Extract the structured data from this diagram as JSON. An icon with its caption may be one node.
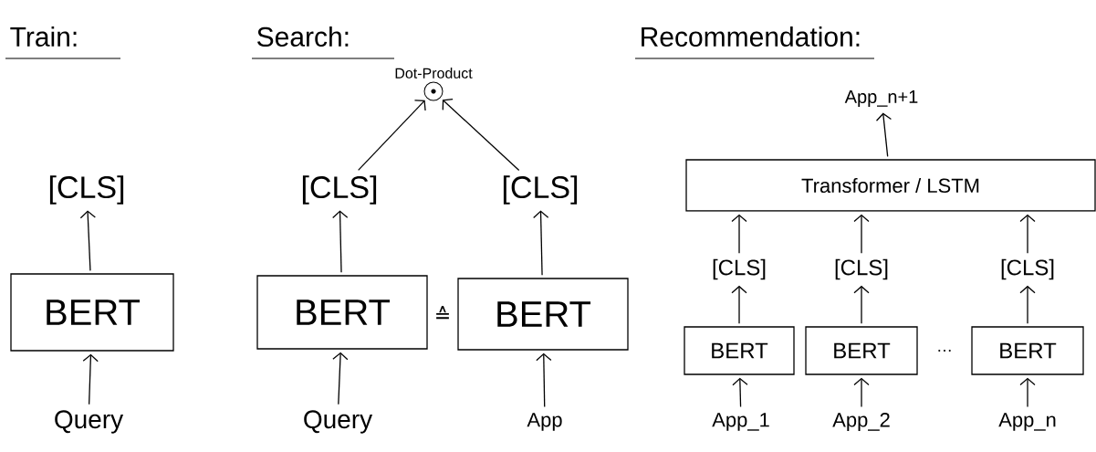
{
  "diagram": {
    "nodes": [
      {
        "text": [
          "Query"
        ]
      },
      {
        "text": [
          "BERT"
        ]
      },
      {
        "text": [
          "[CLS]"
        ]
      },
      {
        "text": [
          "Query"
        ]
      },
      {
        "text": [
          "BERT"
        ]
      },
      {
        "text": [
          "[CLS]"
        ]
      },
      {
        "text": [
          "App"
        ]
      },
      {
        "text": [
          "BERT"
        ]
      },
      {
        "text": [
          "[CLS]"
        ]
      },
      {
        "text": [
          "Dot-Product"
        ]
      },
      {
        "text": [
          "App_1"
        ]
      },
      {
        "text": [
          "BERT"
        ]
      },
      {
        "text": [
          "[CLS]"
        ]
      },
      {
        "text": [
          "App_2"
        ]
      },
      {
        "text": [
          "BERT"
        ]
      },
      {
        "text": [
          "[CLS]"
        ]
      },
      {
        "text": [
          "App_n"
        ]
      },
      {
        "text": [
          "BERT"
        ]
      },
      {
        "text": [
          "[CLS]"
        ]
      },
      {
        "text": [
          "Transformer / LSTM"
        ]
      },
      {
        "text": [
          "App_n+1"
        ]
      }
    ],
    "edges": [
      {
        "from": 0,
        "to": 1,
        "arrow": "to"
      },
      {
        "from": 1,
        "to": 2,
        "arrow": "to"
      },
      {
        "from": 3,
        "to": 4,
        "arrow": "to"
      },
      {
        "from": 4,
        "to": 5,
        "arrow": "to"
      },
      {
        "from": 6,
        "to": 7,
        "arrow": "to"
      },
      {
        "from": 7,
        "to": 8,
        "arrow": "to"
      },
      {
        "from": 5,
        "to": 9,
        "arrow": "to"
      },
      {
        "from": 8,
        "to": 9,
        "arrow": "to"
      },
      {
        "from": 10,
        "to": 11,
        "arrow": "to"
      },
      {
        "from": 11,
        "to": 12,
        "arrow": "to"
      },
      {
        "from": 13,
        "to": 14,
        "arrow": "to"
      },
      {
        "from": 14,
        "to": 15,
        "arrow": "to"
      },
      {
        "from": 16,
        "to": 17,
        "arrow": "to"
      },
      {
        "from": 17,
        "to": 18,
        "arrow": "to"
      },
      {
        "from": 12,
        "to": 19,
        "arrow": "to"
      },
      {
        "from": 15,
        "to": 19,
        "arrow": "to"
      },
      {
        "from": 18,
        "to": 19,
        "arrow": "to"
      },
      {
        "from": 19,
        "to": 20,
        "arrow": "to"
      }
    ],
    "labels": [
      "Train:",
      "Search:",
      "Recommendation:",
      "≙",
      "…"
    ]
  }
}
